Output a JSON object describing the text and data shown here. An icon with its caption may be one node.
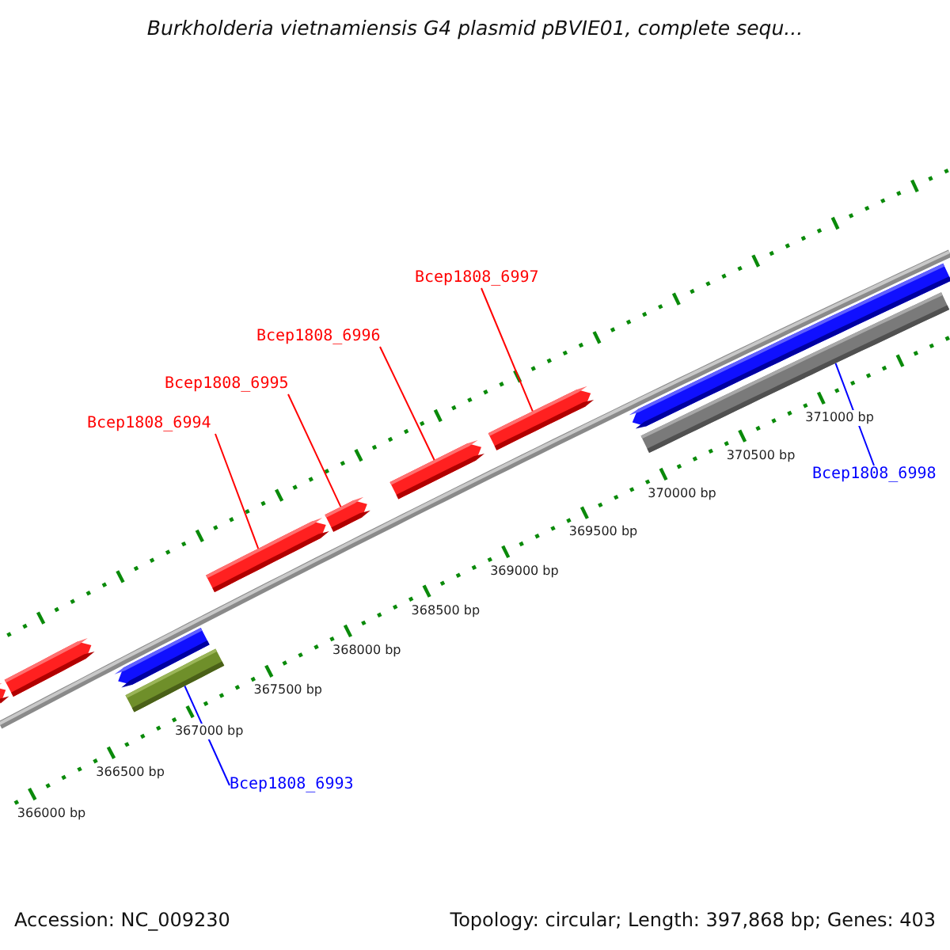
{
  "diagram": {
    "title": "Burkholderia vietnamiensis G4 plasmid pBVIE01, complete sequ...",
    "nodes": [
      {
        "text": [],
        "shape": "arrow"
      },
      {
        "text": [],
        "shape": "arrow"
      },
      {
        "text": [],
        "shape": "arrow"
      },
      {
        "text": [],
        "shape": "bar"
      },
      {
        "text": [],
        "shape": "arrow"
      },
      {
        "text": [],
        "shape": "arrow"
      },
      {
        "text": [],
        "shape": "arrow"
      },
      {
        "text": [],
        "shape": "arrow"
      },
      {
        "text": [],
        "shape": "arrow"
      },
      {
        "text": [],
        "shape": "bar"
      },
      {
        "text": [
          "Bcep1808_6997"
        ]
      },
      {
        "text": [
          "Bcep1808_6996"
        ]
      },
      {
        "text": [
          "Bcep1808_6995"
        ]
      },
      {
        "text": [
          "Bcep1808_6994"
        ]
      },
      {
        "text": [
          "Bcep1808_6998"
        ]
      },
      {
        "text": [
          "Bcep1808_6993"
        ]
      }
    ],
    "edges": [
      {
        "from": 10,
        "to": 7,
        "arrow": "none",
        "color": "#ff0000"
      },
      {
        "from": 11,
        "to": 6,
        "arrow": "none",
        "color": "#ff0000"
      },
      {
        "from": 12,
        "to": 5,
        "arrow": "none",
        "color": "#ff0000"
      },
      {
        "from": 13,
        "to": 4,
        "arrow": "none",
        "color": "#ff0000"
      },
      {
        "from": 14,
        "to": 9,
        "arrow": "none",
        "color": "#0000ff"
      },
      {
        "from": 15,
        "to": 3,
        "arrow": "none",
        "color": "#0000ff"
      }
    ],
    "labels": [
      "371000 bp",
      "370500 bp",
      "370000 bp",
      "369500 bp",
      "369000 bp",
      "368500 bp",
      "368000 bp",
      "367500 bp",
      "367000 bp",
      "366500 bp",
      "366000 bp",
      "Accession: NC_009230",
      "Topology: circular; Length: 397,868 bp; Genes: 403"
    ]
  }
}
